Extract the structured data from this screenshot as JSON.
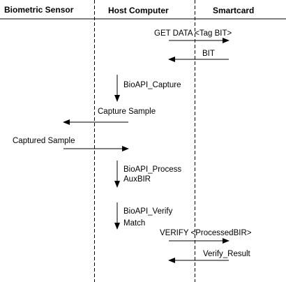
{
  "columns": {
    "sensor": "Biometric Sensor",
    "host": "Host Computer",
    "card": "Smartcard"
  },
  "messages": {
    "get_data": "GET DATA <Tag BIT>",
    "bit": "BIT",
    "bioapi_capture": "BioAPI_Capture",
    "capture_sample": "Capture Sample",
    "captured_sample": "Captured Sample",
    "bioapi_process_line1": "BioAPI_Process",
    "bioapi_process_line2": "AuxBIR",
    "bioapi_verify_line1": "BioAPI_Verify",
    "bioapi_verify_line2": "Match",
    "verify": "VERIFY <ProcessedBIR>",
    "verify_result": "Verify_Result"
  },
  "colors": {
    "line": "#000000",
    "background": "#ffffff"
  }
}
